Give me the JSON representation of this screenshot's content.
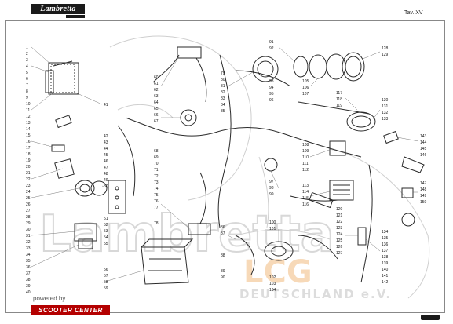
{
  "header": {
    "brand": "Lambretta",
    "plate": "Tav. XV"
  },
  "footer": {
    "powered_by": "powered by",
    "scooter_center": "SCOOTER CENTER"
  },
  "watermark": {
    "word": "Lambretta",
    "region": "DEUTSCHLAND e.V."
  },
  "colors": {
    "line": "#2a2a2a",
    "watermark": "#d8d8d8",
    "watermark_accent": "#f7d9b8",
    "scooter_center_red": "#b40000"
  },
  "callouts": {
    "left_column": [
      "1",
      "2",
      "3",
      "4",
      "5",
      "6",
      "7",
      "8",
      "9",
      "10",
      "11",
      "12",
      "13",
      "14",
      "15",
      "16",
      "17",
      "18",
      "19",
      "20",
      "21",
      "22",
      "23",
      "24",
      "25",
      "26",
      "27",
      "28",
      "29",
      "30",
      "31",
      "32",
      "33",
      "34",
      "35",
      "36",
      "37",
      "38",
      "39",
      "40"
    ],
    "center_left": [
      "41",
      "42",
      "43",
      "44",
      "45",
      "46",
      "47",
      "48",
      "49",
      "50",
      "51",
      "52",
      "53",
      "54",
      "55",
      "56",
      "57",
      "58",
      "59"
    ],
    "center": [
      "60",
      "61",
      "62",
      "63",
      "64",
      "65",
      "66",
      "67",
      "68",
      "69",
      "70",
      "71",
      "72",
      "73",
      "74",
      "75",
      "76",
      "77",
      "78"
    ],
    "mid": [
      "79",
      "80",
      "81",
      "82",
      "83",
      "84",
      "85",
      "86",
      "87",
      "88",
      "89",
      "90",
      "91",
      "92",
      "93",
      "94",
      "95",
      "96",
      "97",
      "98",
      "99",
      "100",
      "101",
      "102",
      "103",
      "104"
    ],
    "mid_right": [
      "105",
      "106",
      "107",
      "108",
      "109",
      "110",
      "111",
      "112",
      "113",
      "114",
      "115",
      "116",
      "117",
      "118",
      "119",
      "120",
      "121",
      "122",
      "123",
      "124",
      "125",
      "126",
      "127"
    ],
    "right_column": [
      "128",
      "129",
      "130",
      "131",
      "132",
      "133",
      "134",
      "135",
      "136",
      "137",
      "138",
      "139",
      "140",
      "141",
      "142",
      "143",
      "144",
      "145",
      "146",
      "147",
      "148",
      "149",
      "150"
    ]
  }
}
